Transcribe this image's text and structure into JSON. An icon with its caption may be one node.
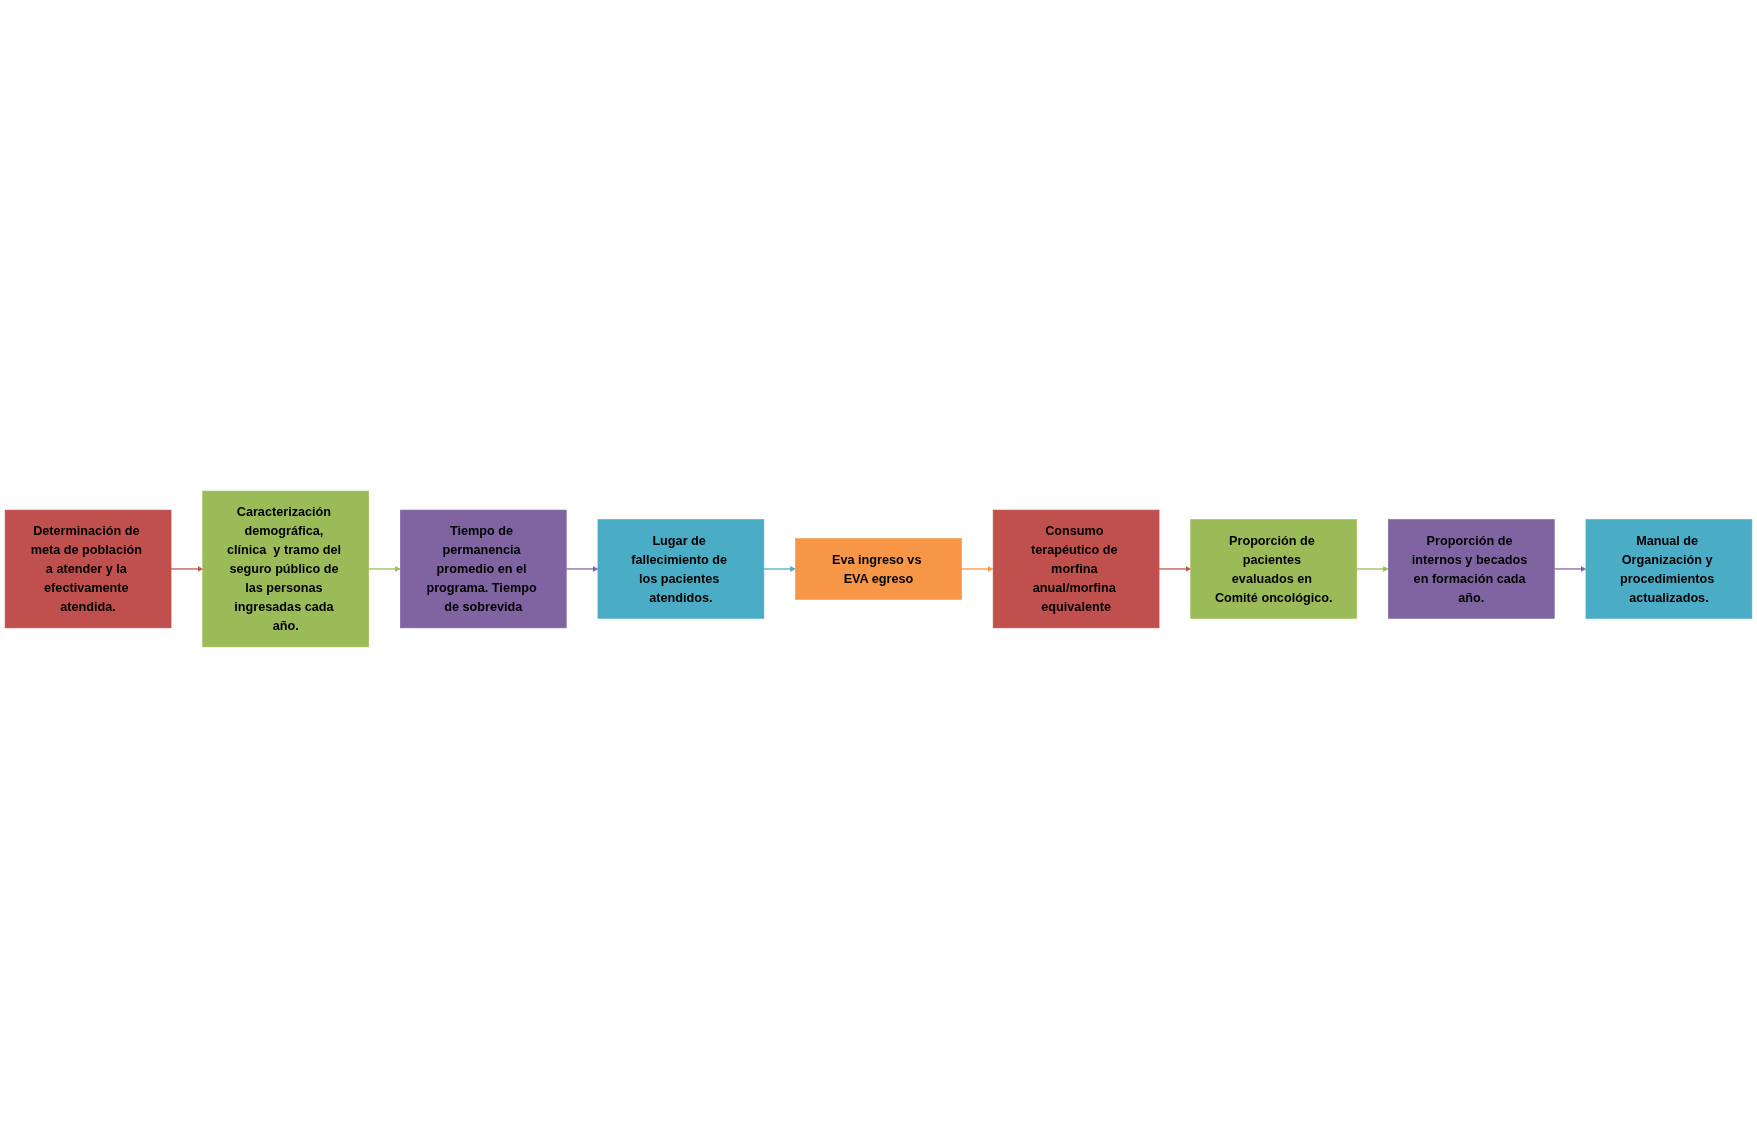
{
  "diagram": {
    "nodes": [
      {
        "text": [
          "Determinación de meta de población a atender y la efectivamente atendida."
        ]
      },
      {
        "text": [
          "Caracterización demográfica, clínica  y tramo del seguro público de las personas ingresadas cada año."
        ]
      },
      {
        "text": [
          "Tiempo de permanencia promedio en el programa. Tiempo de sobrevida"
        ]
      },
      {
        "text": [
          "Lugar de fallecimiento de los pacientes atendidos."
        ]
      },
      {
        "text": [
          "Eva ingreso vs EVA egreso"
        ]
      },
      {
        "text": [
          "Consumo terapéutico de morfina anual/morfina equivalente"
        ]
      },
      {
        "text": [
          "Proporción de pacientes evaluados en Comité oncológico."
        ]
      },
      {
        "text": [
          "Proporción de internos y becados en formación cada año."
        ]
      },
      {
        "text": [
          "Manual de Organización y procedimientos actualizados."
        ]
      }
    ],
    "edges": [
      {
        "from": 0,
        "to": 1,
        "arrow": "to",
        "color": "#c0504d"
      },
      {
        "from": 1,
        "to": 2,
        "arrow": "to",
        "color": "#9bbb59"
      },
      {
        "from": 2,
        "to": 3,
        "arrow": "to",
        "color": "#8064a2"
      },
      {
        "from": 3,
        "to": 4,
        "arrow": "to",
        "color": "#4bacc6"
      },
      {
        "from": 4,
        "to": 5,
        "arrow": "to",
        "color": "#f79646"
      },
      {
        "from": 5,
        "to": 6,
        "arrow": "to",
        "color": "#c0504d"
      },
      {
        "from": 6,
        "to": 7,
        "arrow": "to",
        "color": "#9bbb59"
      },
      {
        "from": 7,
        "to": 8,
        "arrow": "to",
        "color": "#8064a2"
      }
    ]
  }
}
